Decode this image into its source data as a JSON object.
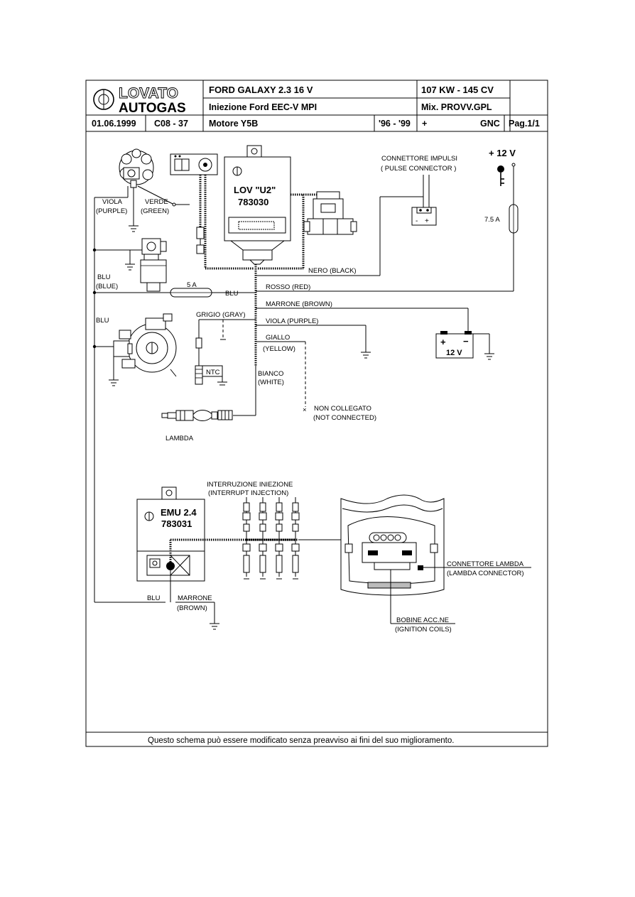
{
  "header": {
    "brand_top": "LOVATO",
    "brand_bottom": "AUTOGAS",
    "vehicle": "FORD  GALAXY  2.3   16 V",
    "power": "107 KW - 145 CV",
    "injection": "Iniezione Ford EEC-V    MPI",
    "mixer": "Mix. PROVV.GPL",
    "date": "01.06.1999",
    "code": "C08 - 37",
    "engine": "Motore  Y5B",
    "years": "'96 - '99",
    "plus": "+",
    "fuel": "GNC",
    "page": "Pag.1/1"
  },
  "labels": {
    "lov_name": "LOV \"U2\"",
    "lov_code": "783030",
    "pulse_it": "CONNETTORE IMPULSI",
    "pulse_en": "( PULSE CONNECTOR )",
    "plus12": "+ 12 V",
    "fuse75": "7.5 A",
    "viola": "VIOLA",
    "purple": "(PURPLE)",
    "verde": "VERDE",
    "green": "(GREEN)",
    "blu1": "BLU",
    "blue1": "(BLUE)",
    "fuse5": "5 A",
    "blu_wire": "BLU",
    "blu2": "BLU",
    "nero": "NERO (BLACK)",
    "rosso": "ROSSO (RED)",
    "marrone": "MARRONE (BROWN)",
    "viola2": "VIOLA (PURPLE)",
    "grigio": "GRIGIO (GRAY)",
    "giallo": "GIALLO",
    "yellow": "(YELLOW)",
    "ntc": "NTC",
    "bianco": "BIANCO",
    "white": "(WHITE)",
    "nc_it": "NON COLLEGATO",
    "nc_en": "(NOT CONNECTED)",
    "lambda": "LAMBDA",
    "batt_plus": "+",
    "batt_minus": "−",
    "batt_v": "12 V",
    "interr_it": "INTERRUZIONE INIEZIONE",
    "interr_en": "(INTERRUPT INJECTION)",
    "emu_name": "EMU 2.4",
    "emu_code": "783031",
    "blu3": "BLU",
    "marrone2": "MARRONE",
    "brown2": "(BROWN)",
    "lambda_conn_it": "CONNETTORE LAMBDA",
    "lambda_conn_en": "(LAMBDA CONNECTOR)",
    "coils_it": "BOBINE ACC.NE",
    "coils_en": "(IGNITION COILS)"
  },
  "footer": {
    "note": "Questo schema può essere modificato senza preavviso ai fini del suo miglioramento."
  }
}
